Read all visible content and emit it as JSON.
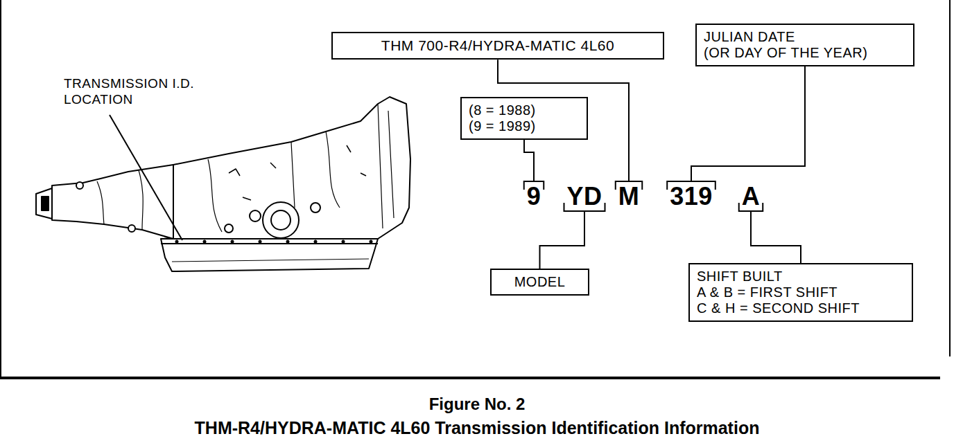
{
  "diagram": {
    "title": "Figure No. 2",
    "caption": "THM-R4/HYDRA-MATIC 4L60 Transmission Identification Information",
    "nodes": [
      {
        "text": [
          "THM 700-R4/HYDRA-MATIC 4L60"
        ]
      },
      {
        "text": [
          "JULIAN DATE",
          "(OR DAY OF THE YEAR)"
        ]
      },
      {
        "text": [
          "(8 = 1988)",
          "(9 = 1989)"
        ]
      },
      {
        "text": [
          "MODEL"
        ]
      },
      {
        "text": [
          "SHIFT BUILT",
          "A & B = FIRST SHIFT",
          "C & H = SECOND SHIFT"
        ]
      }
    ],
    "labels": [
      "TRANSMISSION I.D. LOCATION",
      "9",
      "YD",
      "M",
      "319",
      "A"
    ]
  }
}
